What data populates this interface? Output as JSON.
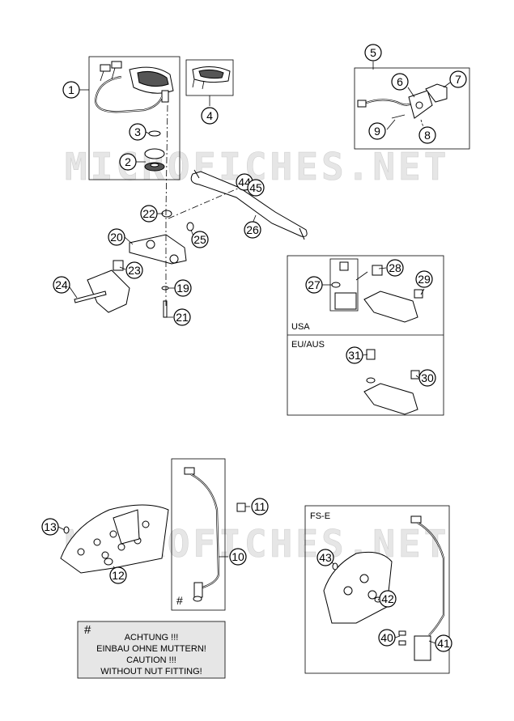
{
  "watermark": "MICROFICHES.NET",
  "regions": {
    "usa": "USA",
    "eu_aus": "EU/AUS",
    "fs_e": "FS-E"
  },
  "note": {
    "symbol": "#",
    "lines": [
      "ACHTUNG !!!",
      "EINBAU OHNE MUTTERN!",
      "CAUTION !!!",
      "WITHOUT NUT FITTING!"
    ]
  },
  "hash_mark": "#",
  "callouts": [
    "1",
    "2",
    "3",
    "4",
    "5",
    "6",
    "7",
    "8",
    "9",
    "10",
    "11",
    "12",
    "13",
    "19",
    "20",
    "21",
    "22",
    "23",
    "24",
    "25",
    "26",
    "27",
    "28",
    "29",
    "30",
    "31",
    "40",
    "41",
    "42",
    "43",
    "44",
    "45"
  ]
}
